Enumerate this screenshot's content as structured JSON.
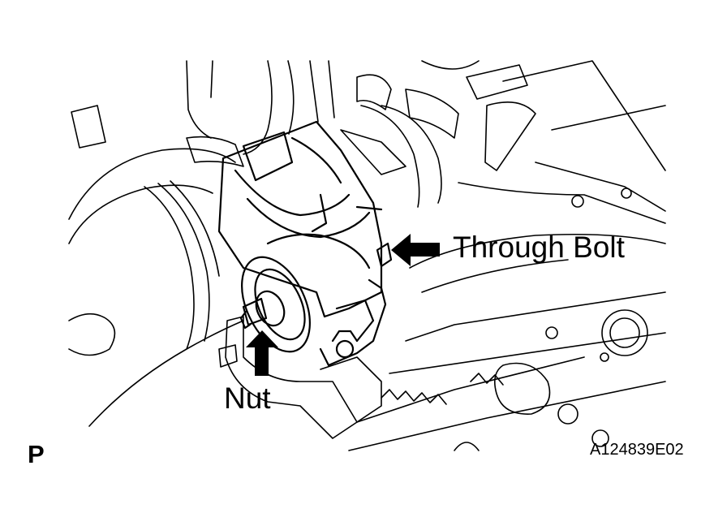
{
  "callouts": {
    "through_bolt": "Through Bolt",
    "nut": "Nut"
  },
  "view_mark": "P",
  "figure_id": "A124839E02",
  "icons": {
    "through_bolt_arrow": "arrow-left-icon",
    "nut_arrow": "arrow-up-icon"
  }
}
